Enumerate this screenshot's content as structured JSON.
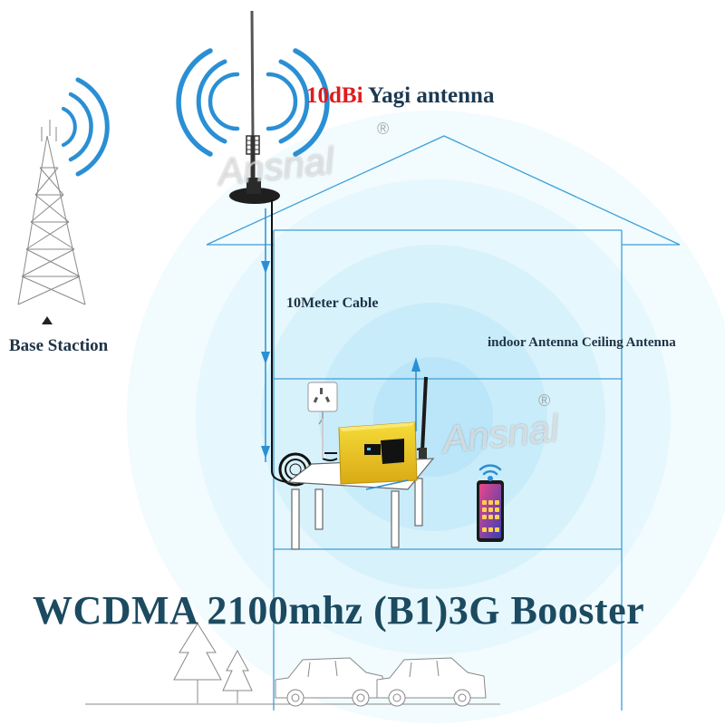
{
  "labels": {
    "antenna_gain": "10dBi",
    "antenna_name": " Yagi antenna",
    "cable": "10Meter Cable",
    "indoor_antenna": "indoor Antenna Ceiling Antenna",
    "base_station": "Base Staction",
    "booster_title": "WCDMA 2100mhz (B1)3G Booster"
  },
  "watermark": {
    "brand": "Ansnal",
    "registered_mark": "®"
  },
  "colors": {
    "gain_red": "#e01b1b",
    "title_navy": "#1c4a60",
    "signal_blue": "#2a8fd4",
    "house_line": "#3aa0d8",
    "booster_gold": "#e8c21a"
  }
}
